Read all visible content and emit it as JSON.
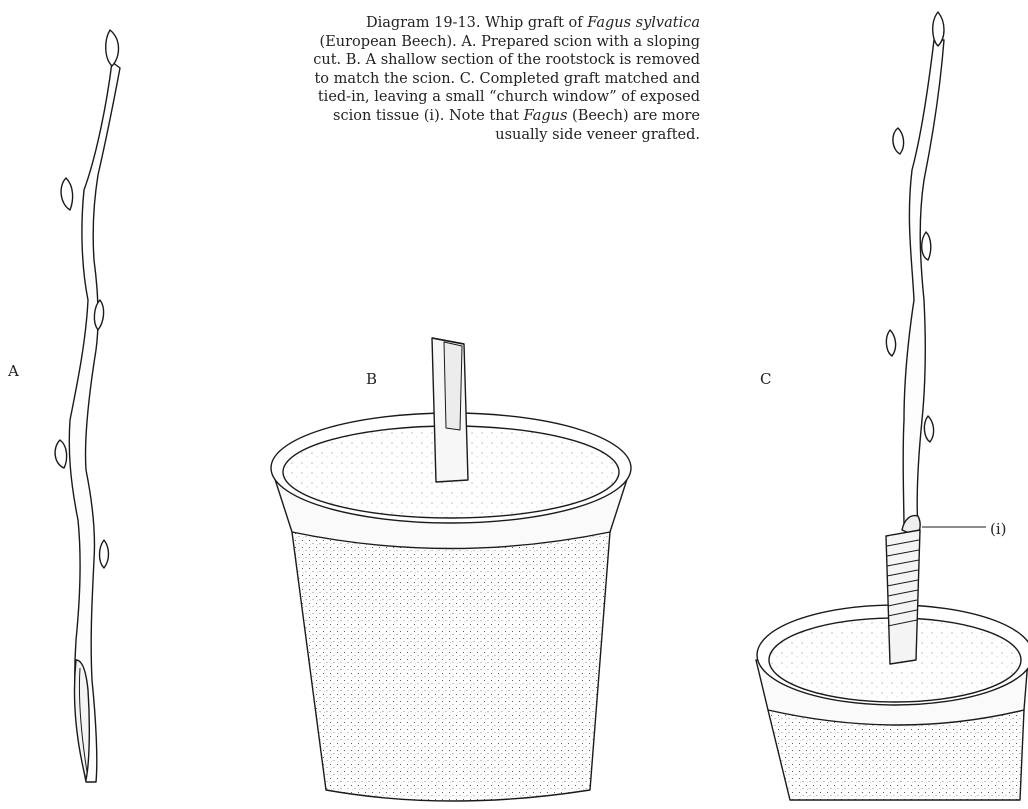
{
  "caption": {
    "part1": "Diagram 19-13. Whip graft of ",
    "genus1": "Fagus",
    "part2": " ",
    "species": "sylvatica",
    "part3": " (European Beech). A. Prepared scion with a sloping cut. B. A shallow section of the rootstock is removed to match the scion. C. Completed graft matched and tied-in, leaving a small “church window” of exposed scion tissue (i). Note that ",
    "genus2": "Fagus",
    "part4": " (Beech) are more usually side veneer grafted."
  },
  "labels": {
    "a": "A",
    "b": "B",
    "c": "C",
    "i": "(i)"
  }
}
